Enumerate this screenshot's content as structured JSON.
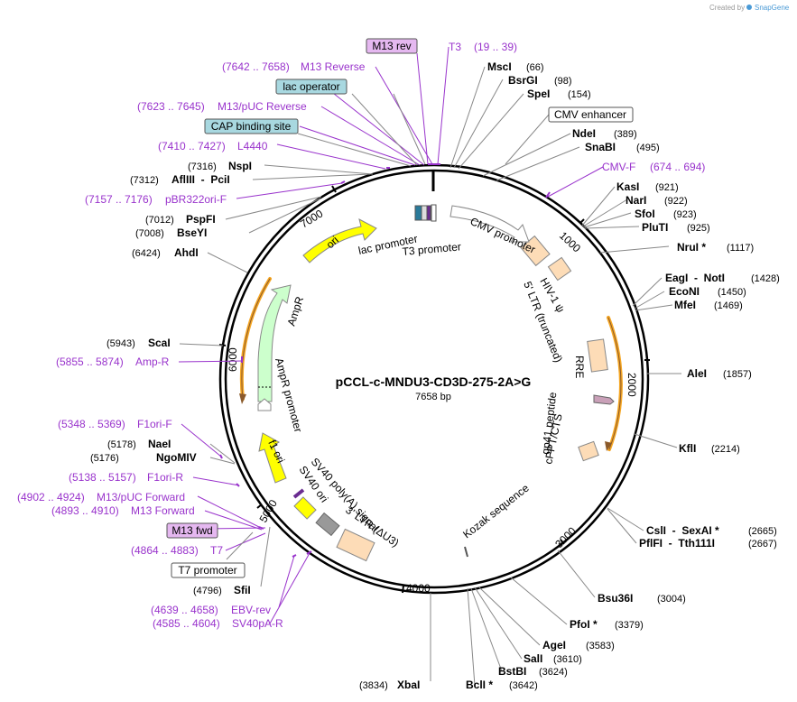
{
  "plasmid": {
    "name": "pCCL-c-MNDU3-CD3D-275-2A>G",
    "length": "7658 bp"
  },
  "credit": {
    "text": "Created by",
    "brand": "SnapGene"
  },
  "ticks": [
    "1000",
    "2000",
    "3000",
    "4000",
    "5000",
    "6000",
    "7000"
  ],
  "enzymes": [
    {
      "name": "MscI",
      "pos": "(66)"
    },
    {
      "name": "BsrGI",
      "pos": "(98)"
    },
    {
      "name": "SpeI",
      "pos": "(154)"
    },
    {
      "name": "NdeI",
      "pos": "(389)"
    },
    {
      "name": "SnaBI",
      "pos": "(495)"
    },
    {
      "name": "KasI",
      "pos": "(921)"
    },
    {
      "name": "NarI",
      "pos": "(922)"
    },
    {
      "name": "SfoI",
      "pos": "(923)"
    },
    {
      "name": "PluTI",
      "pos": "(925)"
    },
    {
      "name": "NruI *",
      "pos": "(1117)"
    },
    {
      "name": "EagI  -  NotI",
      "pos": "(1428)"
    },
    {
      "name": "EcoNI",
      "pos": "(1450)"
    },
    {
      "name": "MfeI",
      "pos": "(1469)"
    },
    {
      "name": "AleI",
      "pos": "(1857)"
    },
    {
      "name": "KflI",
      "pos": "(2214)"
    },
    {
      "name": "CslI  -  SexAI *",
      "pos": "(2665)"
    },
    {
      "name": "PflFI  -  Tth111I",
      "pos": "(2667)"
    },
    {
      "name": "Bsu36I",
      "pos": "(3004)"
    },
    {
      "name": "PfoI *",
      "pos": "(3379)"
    },
    {
      "name": "AgeI",
      "pos": "(3583)"
    },
    {
      "name": "SalI",
      "pos": "(3610)"
    },
    {
      "name": "BstBI",
      "pos": "(3624)"
    },
    {
      "name": "BclI *",
      "pos": "(3642)"
    },
    {
      "name": "XbaI",
      "pos": "(3834)"
    },
    {
      "name": "SfiI",
      "pos": "(4796)"
    },
    {
      "name": "NgoMIV",
      "pos": "(5176)"
    },
    {
      "name": "NaeI",
      "pos": "(5178)"
    },
    {
      "name": "ScaI",
      "pos": "(5943)"
    },
    {
      "name": "AhdI",
      "pos": "(6424)"
    },
    {
      "name": "BseYI",
      "pos": "(7008)"
    },
    {
      "name": "PspFI",
      "pos": "(7012)"
    },
    {
      "name": "AflIII  -  PciI",
      "pos": "(7312)"
    },
    {
      "name": "NspI",
      "pos": "(7316)"
    }
  ],
  "primers": [
    {
      "name": "T3",
      "pos": "(19 .. 39)"
    },
    {
      "name": "M13 Reverse",
      "pos": "(7642 .. 7658)"
    },
    {
      "name": "M13/pUC Reverse",
      "pos": "(7623 .. 7645)"
    },
    {
      "name": "L4440",
      "pos": "(7410 .. 7427)"
    },
    {
      "name": "pBR322ori-F",
      "pos": "(7157 .. 7176)"
    },
    {
      "name": "CMV-F",
      "pos": "(674 .. 694)"
    },
    {
      "name": "Amp-R",
      "pos": "(5855 .. 5874)"
    },
    {
      "name": "F1ori-F",
      "pos": "(5348 .. 5369)"
    },
    {
      "name": "F1ori-R",
      "pos": "(5138 .. 5157)"
    },
    {
      "name": "M13/pUC Forward",
      "pos": "(4902 .. 4924)"
    },
    {
      "name": "M13 Forward",
      "pos": "(4893 .. 4910)"
    },
    {
      "name": "T7",
      "pos": "(4864 .. 4883)"
    },
    {
      "name": "EBV-rev",
      "pos": "(4639 .. 4658)"
    },
    {
      "name": "SV40pA-R",
      "pos": "(4585 .. 4604)"
    }
  ],
  "boxed": {
    "m13rev": "M13 rev",
    "lac_operator": "lac operator",
    "cap_binding_site": "CAP binding site",
    "cmv_enhancer": "CMV enhancer",
    "m13fwd": "M13 fwd",
    "t7_promoter": "T7 promoter"
  },
  "features": {
    "lac_promoter": "lac promoter",
    "t3_promoter": "T3 promoter",
    "cmv_promoter": "CMV promoter",
    "hiv_psi": "HIV-1 ψ",
    "ltr_truncated": "5' LTR (truncated)",
    "rre": "RRE",
    "gp41": "gp41 peptide",
    "cppt": "cPPT/CTS",
    "kozak": "Kozak sequence",
    "ltr3": "3' LTR (ΔU3)",
    "sv40_polya": "SV40 poly(A) signal",
    "sv40_ori": "SV40 ori",
    "f1_ori": "f1 ori",
    "ampr_promoter": "AmpR promoter",
    "ampr": "AmpR",
    "ori": "ori"
  },
  "colors": {
    "primer": "#9933cc",
    "ori": "#ffff00",
    "ampr": "#ccffcc",
    "ltr": "#fddcb7",
    "primer_box": "#e5b8f0",
    "operator_box": "#a8d8e0",
    "orange_arc": "#f5a623"
  }
}
